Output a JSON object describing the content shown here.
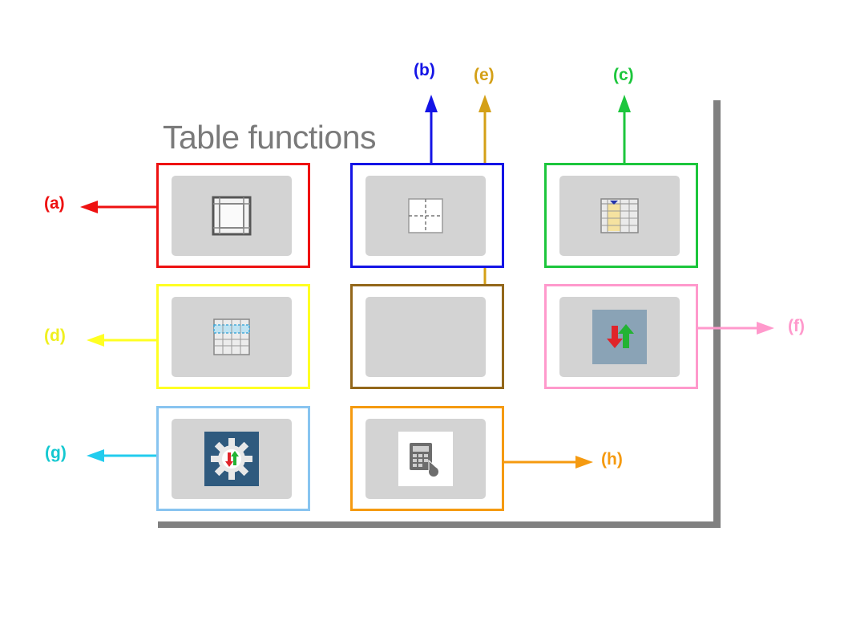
{
  "panel": {
    "title": "Table functions"
  },
  "buttons": [
    {
      "id": "a",
      "label": "(a)",
      "icon": "table-borders-icon",
      "color": "#ee1111"
    },
    {
      "id": "b",
      "label": "(b)",
      "icon": "table-split-icon",
      "color": "#1414e6"
    },
    {
      "id": "c",
      "label": "(c)",
      "icon": "table-column-select-icon",
      "color": "#1cc63c"
    },
    {
      "id": "d",
      "label": "(d)",
      "icon": "table-row-select-icon",
      "color": "#ffff22"
    },
    {
      "id": "e",
      "label": "(e)",
      "icon": "",
      "color": "#93671a"
    },
    {
      "id": "f",
      "label": "(f)",
      "icon": "sort-arrows-icon",
      "color": "#ff99cc"
    },
    {
      "id": "g",
      "label": "(g)",
      "icon": "settings-gear-sort-icon",
      "color": "#88c4f0"
    },
    {
      "id": "h",
      "label": "(h)",
      "icon": "calculator-click-icon",
      "color": "#f59a10"
    }
  ],
  "colors": {
    "e_leader": "#d4a017",
    "g_label": "#14c8d0",
    "shadow": "#808080",
    "tile": "#d3d3d3"
  }
}
